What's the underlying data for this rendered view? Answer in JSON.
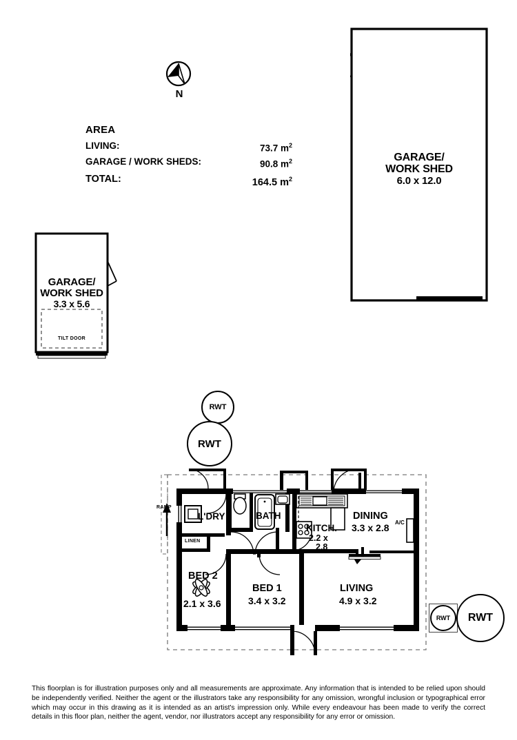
{
  "area": {
    "title": "AREA",
    "rows": [
      {
        "label": "LIVING:",
        "value": "73.7 m",
        "unit": "2"
      },
      {
        "label": "GARAGE / WORK SHEDS:",
        "value": "90.8 m",
        "unit": "2"
      },
      {
        "label": "TOTAL:",
        "value": "164.5 m",
        "unit": "2"
      }
    ]
  },
  "compass": {
    "label": "N",
    "icon": "compass-north-icon"
  },
  "garage_large": {
    "name": "GARAGE/",
    "name2": "WORK SHED",
    "dims": "6.0 x 12.0"
  },
  "garage_small": {
    "name": "GARAGE/",
    "name2": "WORK SHED",
    "dims": "3.3 x 5.6",
    "tilt_door": "TILT DOOR"
  },
  "tanks": {
    "top_small": "RWT",
    "top_large": "RWT",
    "right_small": "RWT",
    "right_large": "RWT"
  },
  "house": {
    "ramp": "RAMP",
    "laundry": "L'DRY",
    "linen": "LINEN",
    "bath": "BATH",
    "kitchen": "KITCH.",
    "kitchen_dims_1": "2.2 x",
    "kitchen_dims_2": "2.8",
    "dining": "DINING",
    "dining_dims": "3.3 x 2.8",
    "ac": "A/C",
    "bed2": "BED 2",
    "bed2_dims": "2.1 x 3.6",
    "bed1": "BED 1",
    "bed1_dims": "3.4 x 3.2",
    "living": "LIVING",
    "living_dims": "4.9 x 3.2"
  },
  "disclaimer": "This floorplan is for illustration purposes only and all measurements are approximate. Any information that is intended to be relied upon should be independently verified. Neither the agent or the illustrators take any responsibility for any omission, wrongful inclusion or typographical error which may occur in this drawing as it is intended as an artist's impression only. While every endeavour has been made to verify the correct details in this floor plan, neither the agent, vendor, nor illustrators accept any responsibility for any error or omission.",
  "colors": {
    "ink": "#000000",
    "paper": "#ffffff",
    "dash": "#555555"
  }
}
